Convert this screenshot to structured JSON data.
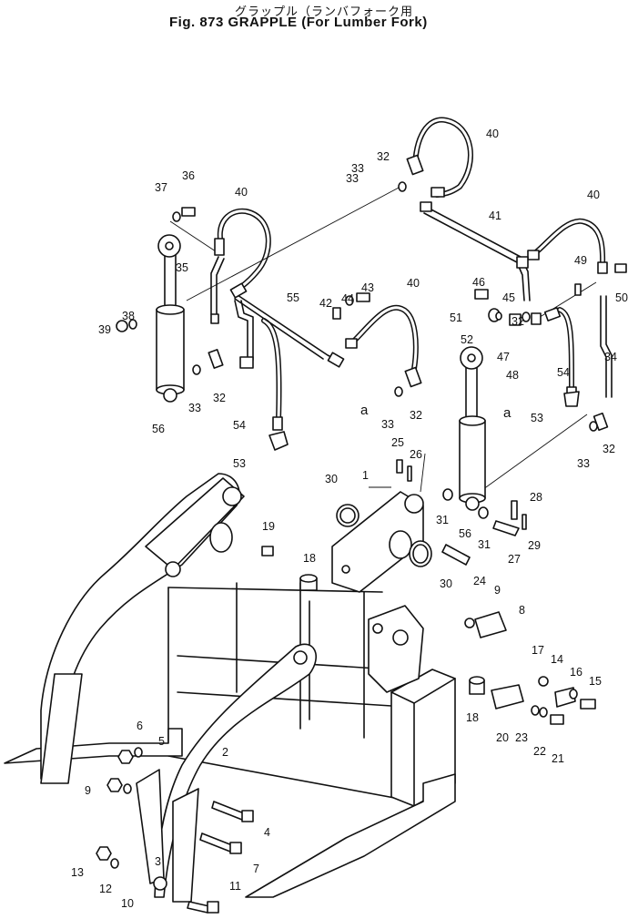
{
  "header": {
    "title_jp": "グラップル（ランバフォーク用",
    "title_en": "Fig. 873  GRAPPLE  (For Lumber Fork)"
  },
  "callouts": [
    "1",
    "2",
    "3",
    "4",
    "5",
    "6",
    "7",
    "8",
    "9",
    "9",
    "10",
    "11",
    "12",
    "13",
    "14",
    "15",
    "16",
    "17",
    "18",
    "18",
    "19",
    "20",
    "21",
    "22",
    "23",
    "24",
    "25",
    "26",
    "27",
    "28",
    "29",
    "30",
    "30",
    "31",
    "31",
    "32",
    "32",
    "32",
    "32",
    "32",
    "33",
    "33",
    "33",
    "33",
    "33",
    "34",
    "35",
    "36",
    "37",
    "38",
    "39",
    "40",
    "40",
    "40",
    "40",
    "41",
    "42",
    "43",
    "44",
    "45",
    "46",
    "47",
    "48",
    "49",
    "50",
    "51",
    "52",
    "53",
    "53",
    "54",
    "54",
    "55",
    "56",
    "56",
    "a",
    "a"
  ]
}
